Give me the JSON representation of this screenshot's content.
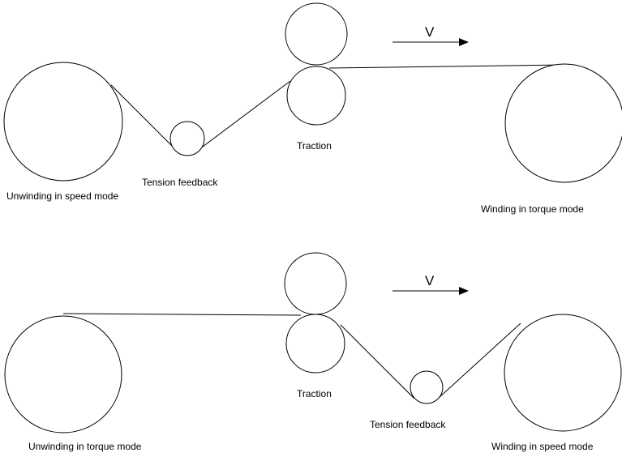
{
  "diagrams": [
    {
      "traction_label": "Traction",
      "tension_label": "Tension feedback",
      "unwind_label": "Unwinding in speed mode",
      "wind_label": "Winding in torque mode",
      "velocity_label": "V"
    },
    {
      "traction_label": "Traction",
      "tension_label": "Tension feedback",
      "unwind_label": "Unwinding in torque mode",
      "wind_label": "Winding in speed mode",
      "velocity_label": "V"
    }
  ]
}
